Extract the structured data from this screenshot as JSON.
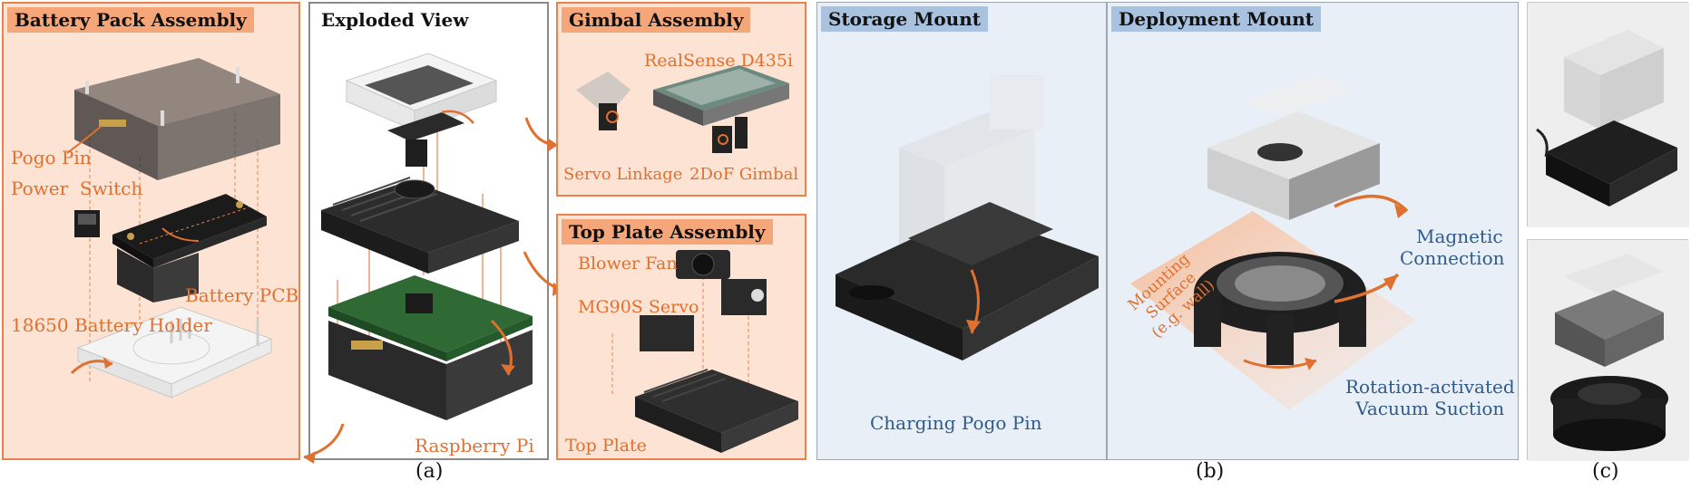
{
  "panel_titles": {
    "battery": "Battery Pack Assembly",
    "exploded": "Exploded View",
    "gimbal": "Gimbal Assembly",
    "top_plate": "Top Plate Assembly",
    "storage": "Storage Mount",
    "deployment": "Deployment Mount"
  },
  "battery_labels": {
    "pogo_pin": "Pogo Pin",
    "power_switch": "Power  Switch",
    "battery_pcb": "Battery PCB",
    "holder": "18650 Battery Holder"
  },
  "exploded_labels": {
    "raspberry_pi": "Raspberry Pi"
  },
  "gimbal_labels": {
    "realsense": "RealSense D435i",
    "servo_linkage": "Servo Linkage",
    "gimbal_2dof": "2DoF Gimbal"
  },
  "top_plate_labels": {
    "blower_fan": "Blower Fan",
    "servo": "MG90S Servo",
    "top_plate": "Top Plate"
  },
  "storage_labels": {
    "charging_pogo": "Charging Pogo Pin"
  },
  "deployment_labels": {
    "magnetic_line1": "Magnetic",
    "magnetic_line2": "Connection",
    "mounting_line1": "Mounting",
    "mounting_line2": "Surface",
    "mounting_line3": "(e.g. wall)",
    "rotation_line1": "Rotation-activated",
    "rotation_line2": "Vacuum Suction"
  },
  "captions": {
    "a": "(a)",
    "b": "(b)",
    "c": "(c)"
  },
  "colors": {
    "accent_orange": "#e0702f",
    "panel_orange_fill": "#fde3d3",
    "label_blue": "#2f5a8a",
    "title_blue_fill": "#a9c2e0"
  }
}
